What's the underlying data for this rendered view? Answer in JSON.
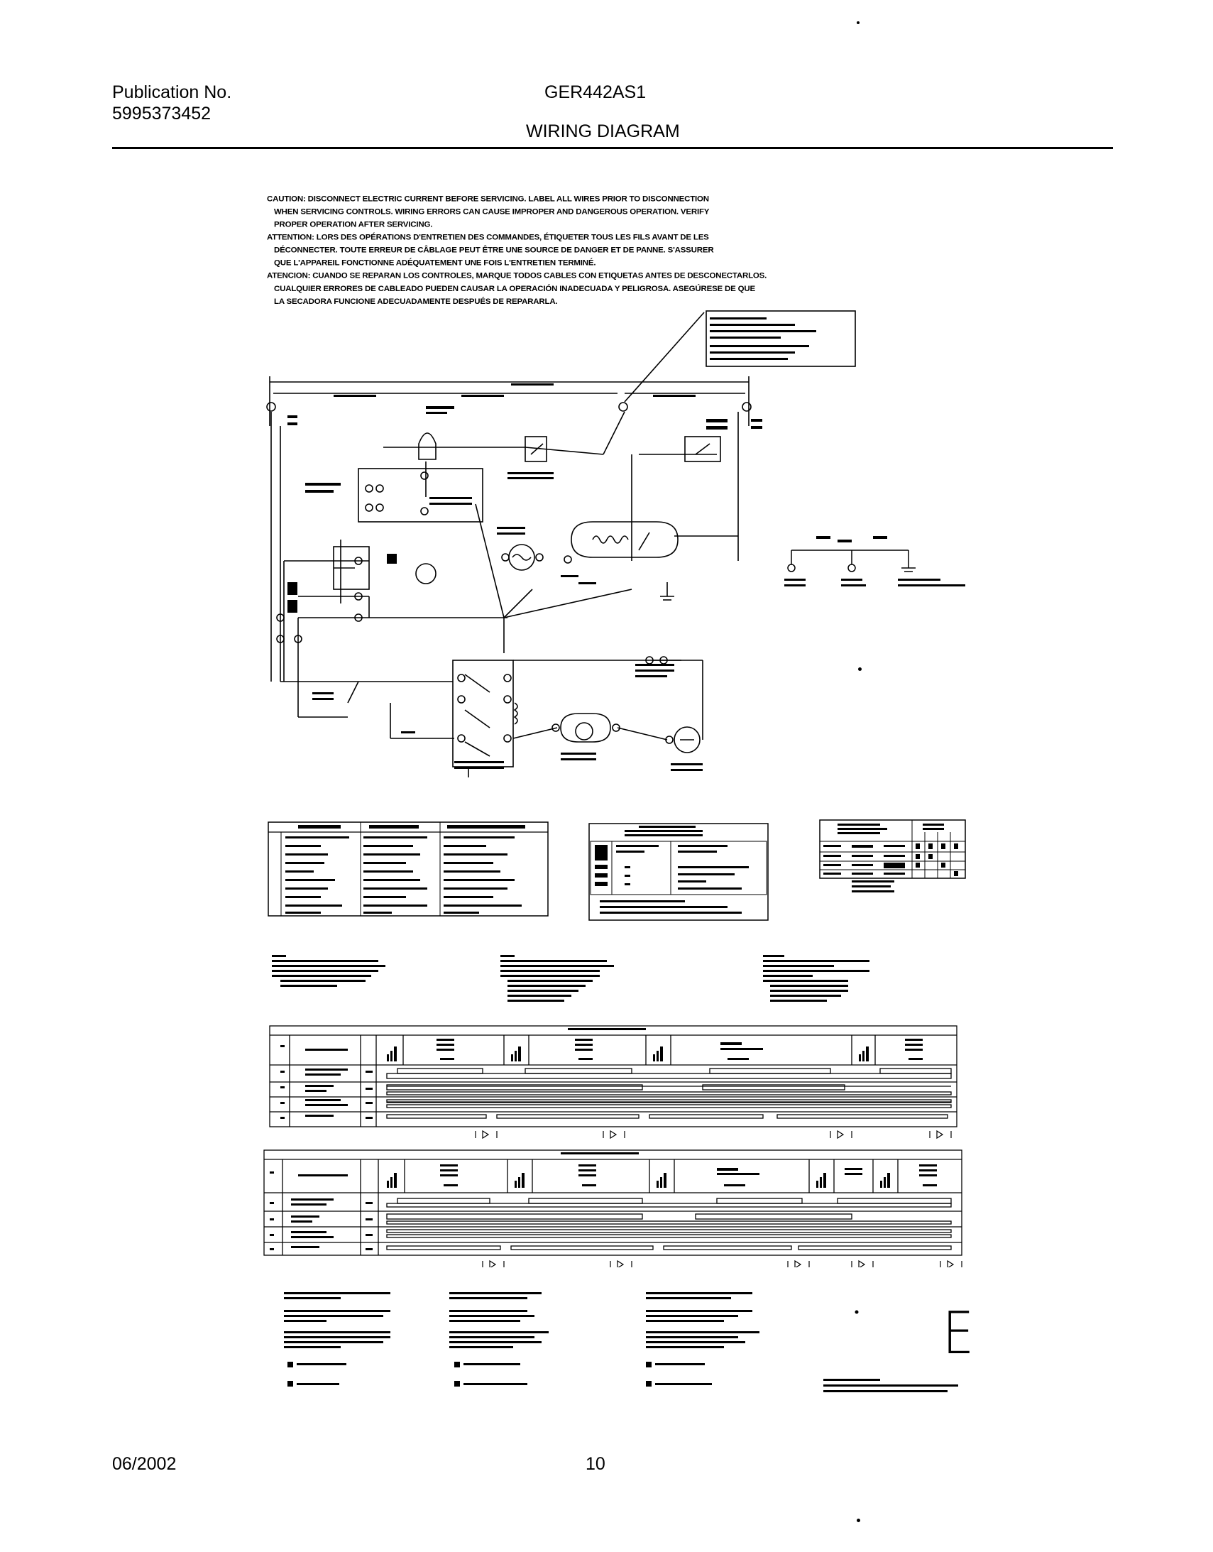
{
  "header": {
    "publication_label": "Publication No.",
    "publication_number": "5995373452",
    "model": "GER442AS1",
    "section_title": "WIRING DIAGRAM"
  },
  "warnings": {
    "caution": [
      "CAUTION: DISCONNECT ELECTRIC CURRENT BEFORE SERVICING. LABEL ALL WIRES PRIOR TO DISCONNECTION",
      "WHEN SERVICING CONTROLS. WIRING ERRORS CAN CAUSE IMPROPER AND DANGEROUS OPERATION. VERIFY",
      "PROPER OPERATION AFTER SERVICING."
    ],
    "attention": [
      "ATTENTION: LORS DES OPÉRATIONS D'ENTRETIEN DES COMMANDES, ÉTIQUETER TOUS LES FILS AVANT DE LES",
      "DÉCONNECTER. TOUTE ERREUR DE CÂBLAGE PEUT ÊTRE UNE SOURCE DE DANGER ET DE PANNE. S'ASSURER",
      "QUE L'APPAREIL FONCTIONNE ADÉQUATEMENT UNE FOIS L'ENTRETIEN TERMINÉ."
    ],
    "atencion": [
      "ATENCION: CUANDO SE REPARAN LOS CONTROLES, MARQUE TODOS CABLES CON ETIQUETAS ANTES DE DESCONECTARLOS.",
      "CUALQUIER ERRORES DE CABLEADO PUEDEN CAUSAR LA OPERACIÓN INADECUADA Y PELIGROSA. ASEGÚRESE DE QUE",
      "LA SECADORA FUNCIONE ADECUADAMENTE DESPUÉS DE REPARARLA."
    ]
  },
  "side_mark": "E",
  "footer": {
    "date": "06/2002",
    "page": "10"
  }
}
